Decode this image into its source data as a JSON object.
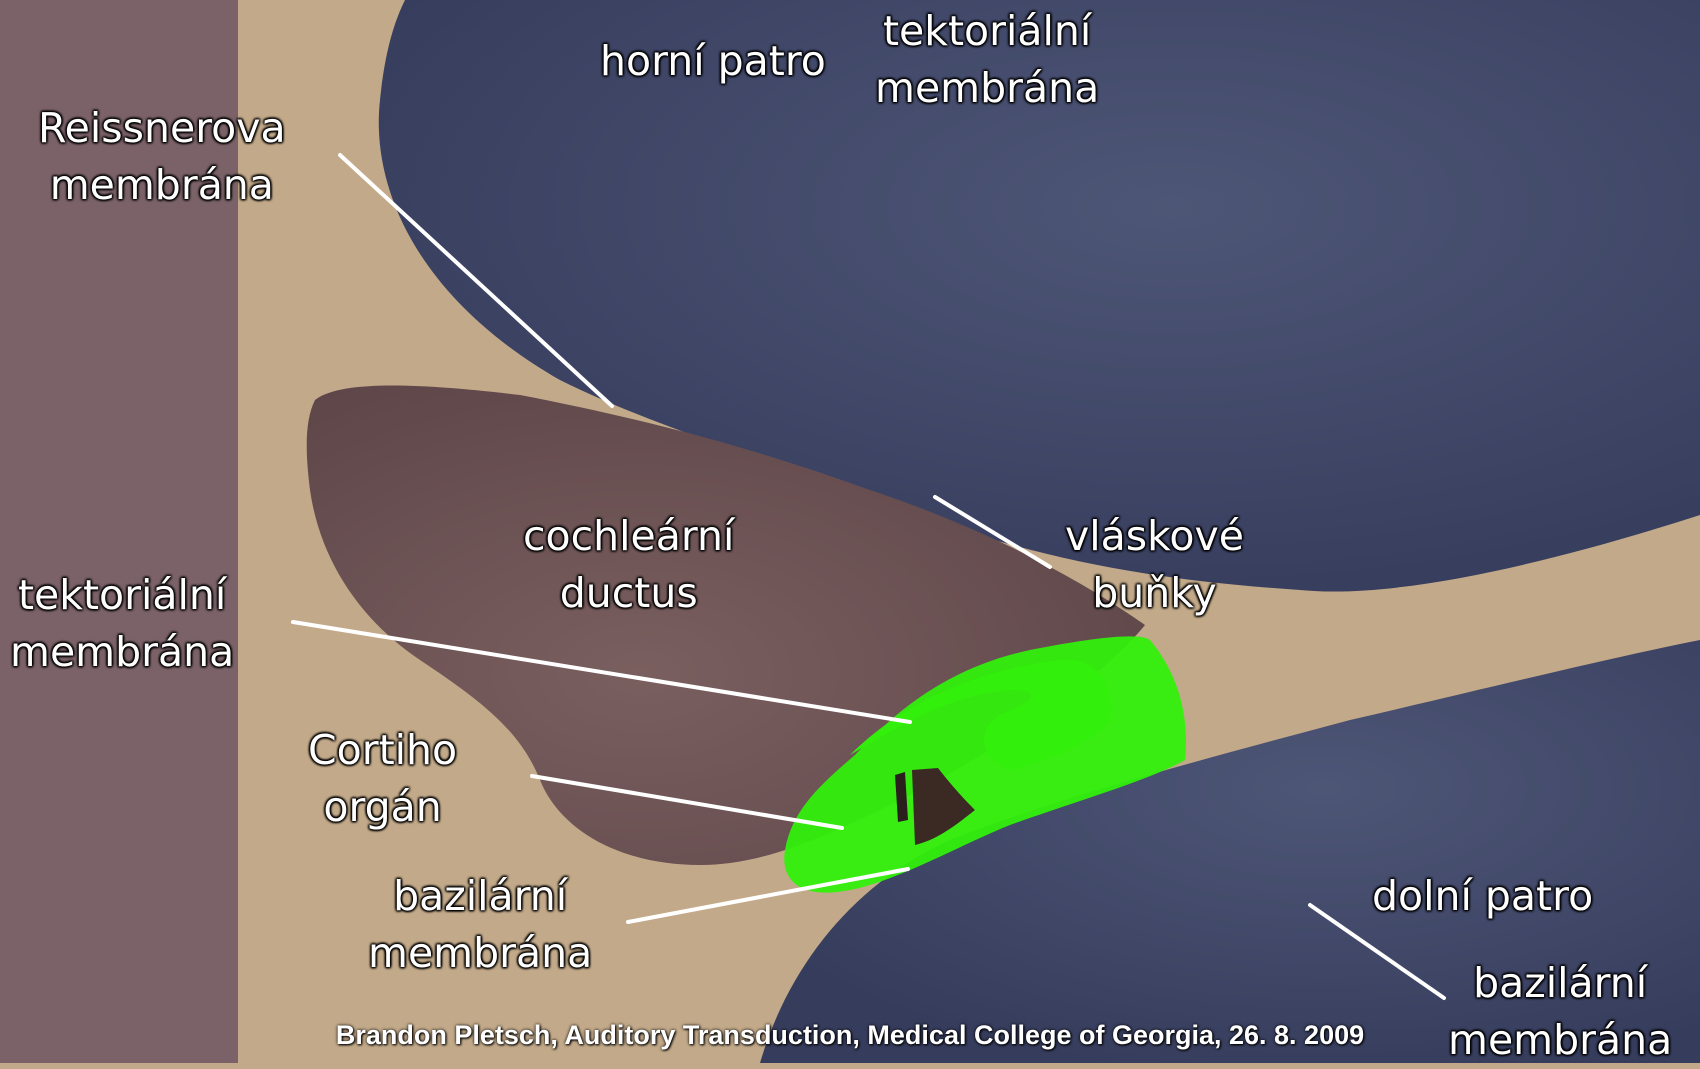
{
  "colors": {
    "left_panel": "#7a6268",
    "tissue": "#c2a989",
    "fluid_dark_blue": "#3e4566",
    "duct_brown": "#6b5257",
    "cortiho_highlight": "#32f00c",
    "line": "#ffffff"
  },
  "labels": {
    "horni_patro": "horní patro",
    "tektorialni_top": [
      "tektoriální",
      "membrána"
    ],
    "reissnerova": [
      "Reissnerova",
      "membrána"
    ],
    "cochlearni": [
      "cochleární",
      "ductus"
    ],
    "vlaskove": [
      "vláskové",
      "buňky"
    ],
    "tektorialni_left": [
      "tektoriální",
      "membrána"
    ],
    "cortiho": [
      "Cortiho",
      "orgán"
    ],
    "bazilarni_center": [
      "bazilární",
      "membrána"
    ],
    "dolni_patro": "dolní patro",
    "bazilarni_right": [
      "bazilární",
      "membrána"
    ]
  },
  "credit": "Brandon Pletsch, Auditory Transduction, Medical College of Georgia, 26. 8. 2009"
}
